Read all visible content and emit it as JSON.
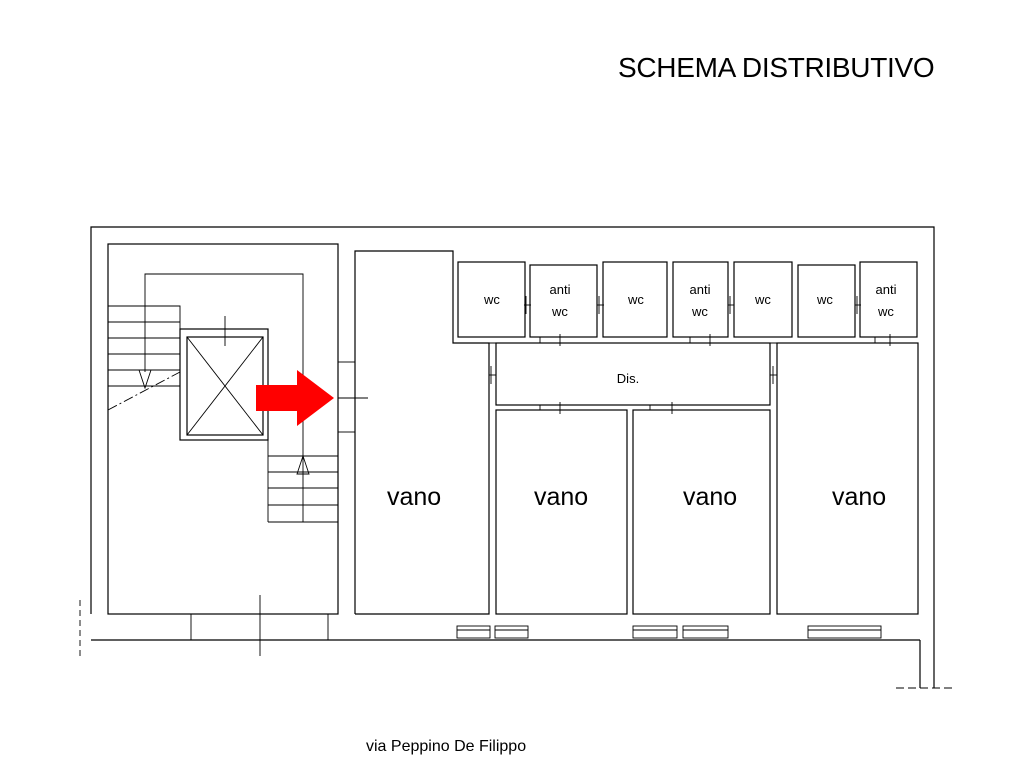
{
  "title": "SCHEMA DISTRIBUTIVO",
  "street": "via Peppino De Filippo",
  "rooms": {
    "vano_1": "vano",
    "vano_2": "vano",
    "vano_3": "vano",
    "vano_4": "vano",
    "dis": "Dis."
  },
  "wc_units": [
    {
      "lines": [
        "wc"
      ]
    },
    {
      "lines": [
        "anti",
        "wc"
      ]
    },
    {
      "lines": [
        "wc"
      ]
    },
    {
      "lines": [
        "anti",
        "wc"
      ]
    },
    {
      "lines": [
        "wc"
      ]
    },
    {
      "lines": [
        "wc"
      ]
    },
    {
      "lines": [
        "anti",
        "wc"
      ]
    }
  ],
  "arrow": {
    "color": "#ff0000",
    "meaning": "entrance"
  },
  "icons": {
    "elevator": "elevator-cross",
    "stairs": "staircase"
  }
}
